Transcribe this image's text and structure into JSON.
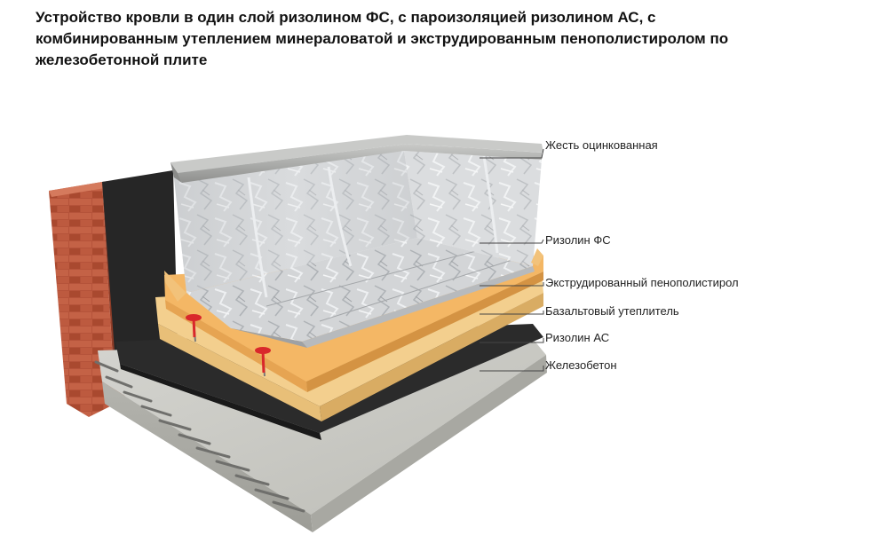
{
  "title": "Устройство кровли в один слой ризолином ФС, с пароизоляцией ризолином АС, с комбинированным утеплением минераловатой и экструдированным пенополистиролом по железобетонной плите",
  "labels": [
    "Жесть оцинкованная",
    "Ризолин ФС",
    "Экструдированный пенополистирол",
    "Базальтовый утеплитель",
    "Ризолин АС",
    "Железобетон"
  ],
  "colors": {
    "brick": "#b5533a",
    "concrete": "#c9c9c4",
    "bitumen": "#2a2a2a",
    "mineral_wool": "#f0c782",
    "xps": "#f2b765",
    "membrane": "#d2d4d6",
    "steel": "#a9aaa8",
    "fastener": "#d9272b"
  },
  "icons": [
    "brick-wall-illustration",
    "rebar-icon",
    "fastener-icon"
  ]
}
